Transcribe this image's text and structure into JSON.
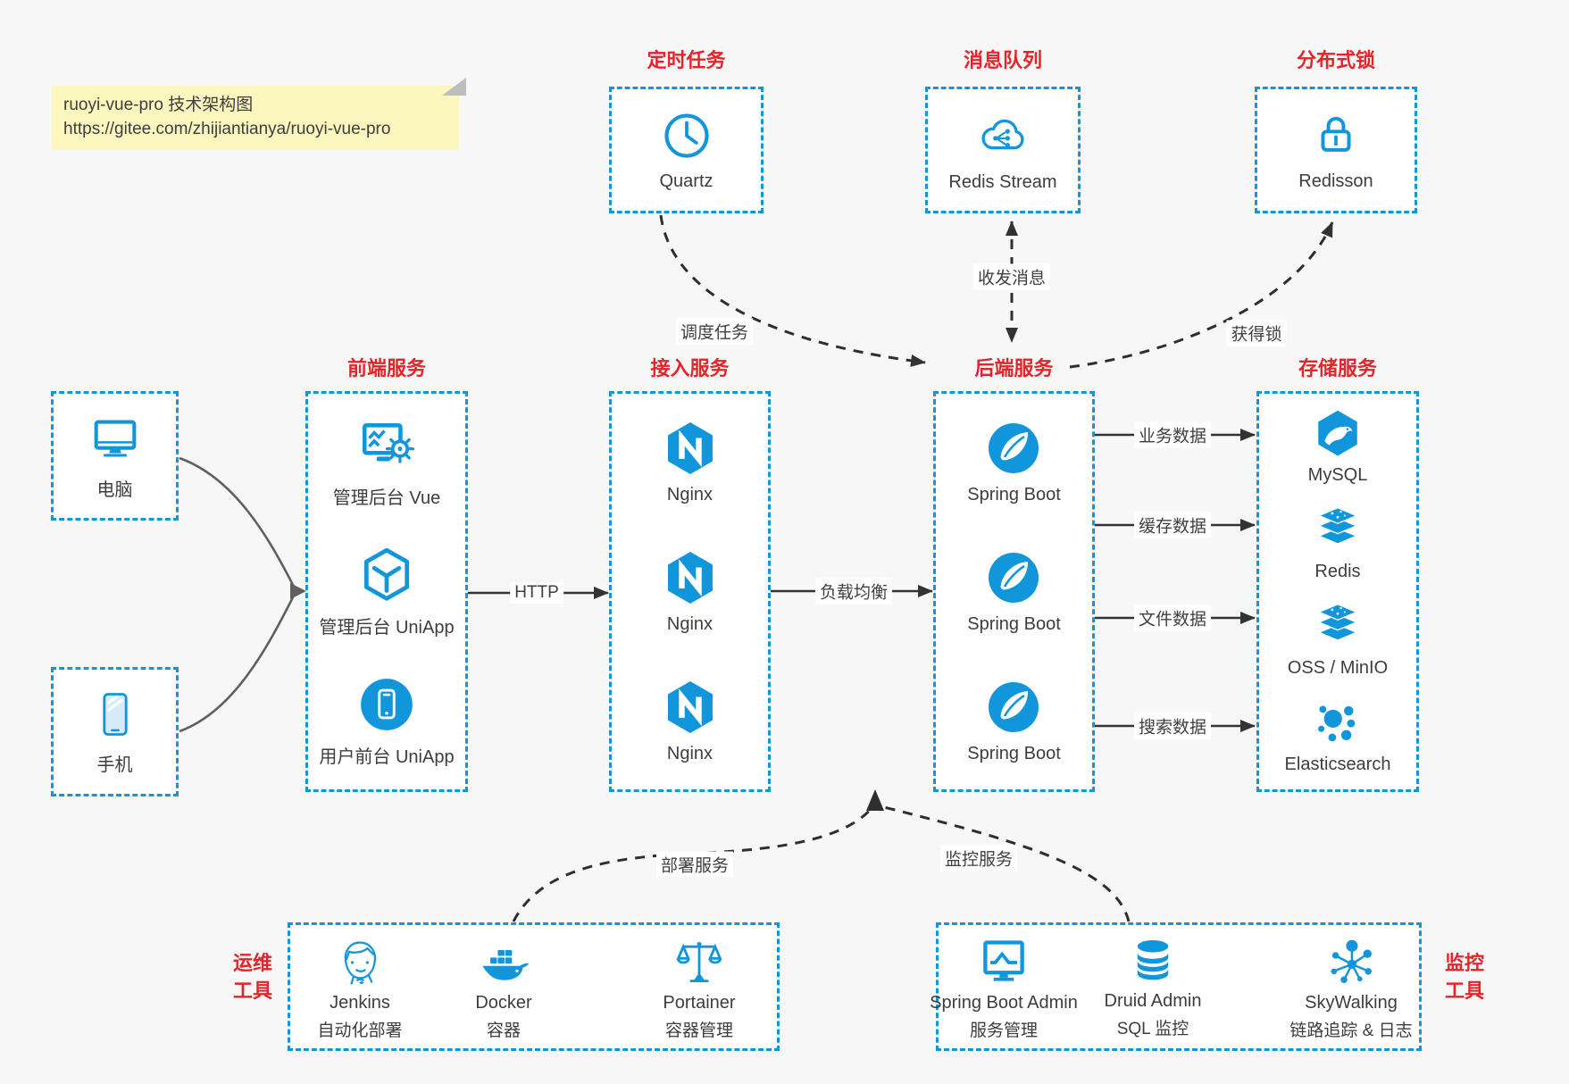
{
  "colors": {
    "accent": "#1296db",
    "red": "#e5242a",
    "note_bg": "#fbf6bd",
    "page_bg": "#f7f7f7",
    "arrow_dark": "#333333",
    "arrow_gray": "#5f5f5f"
  },
  "note": {
    "line1": "ruoyi-vue-pro 技术架构图",
    "line2": "https://gitee.com/zhijiantianya/ruoyi-vue-pro"
  },
  "top_groups": [
    {
      "title": "定时任务",
      "item": {
        "label": "Quartz",
        "icon": "clock-icon"
      }
    },
    {
      "title": "消息队列",
      "item": {
        "label": "Redis Stream",
        "icon": "cloud-stream-icon"
      }
    },
    {
      "title": "分布式锁",
      "item": {
        "label": "Redisson",
        "icon": "lock-icon"
      }
    }
  ],
  "clients": [
    {
      "label": "电脑",
      "icon": "desktop-icon"
    },
    {
      "label": "手机",
      "icon": "smartphone-icon"
    }
  ],
  "columns": [
    {
      "title": "前端服务",
      "items": [
        {
          "label": "管理后台 Vue",
          "icon": "admin-vue-icon"
        },
        {
          "label": "管理后台 UniApp",
          "icon": "uniapp-cube-icon"
        },
        {
          "label": "用户前台 UniApp",
          "icon": "mobile-app-icon"
        }
      ]
    },
    {
      "title": "接入服务",
      "items": [
        {
          "label": "Nginx",
          "icon": "nginx-icon"
        },
        {
          "label": "Nginx",
          "icon": "nginx-icon"
        },
        {
          "label": "Nginx",
          "icon": "nginx-icon"
        }
      ]
    },
    {
      "title": "后端服务",
      "items": [
        {
          "label": "Spring Boot",
          "icon": "spring-boot-icon"
        },
        {
          "label": "Spring Boot",
          "icon": "spring-boot-icon"
        },
        {
          "label": "Spring Boot",
          "icon": "spring-boot-icon"
        }
      ]
    },
    {
      "title": "存储服务",
      "items": [
        {
          "label": "MySQL",
          "icon": "mysql-icon"
        },
        {
          "label": "Redis",
          "icon": "layers-icon"
        },
        {
          "label": "OSS / MinIO",
          "icon": "layers-icon"
        },
        {
          "label": "Elasticsearch",
          "icon": "elasticsearch-icon"
        }
      ]
    }
  ],
  "bottom_groups": [
    {
      "side_label_line1": "运维",
      "side_label_line2": "工具",
      "items": [
        {
          "name": "Jenkins",
          "desc": "自动化部署",
          "icon": "jenkins-icon"
        },
        {
          "name": "Docker",
          "desc": "容器",
          "icon": "docker-icon"
        },
        {
          "name": "Portainer",
          "desc": "容器管理",
          "icon": "scales-icon"
        }
      ]
    },
    {
      "side_label_line1": "监控",
      "side_label_line2": "工具",
      "items": [
        {
          "name": "Spring Boot Admin",
          "desc": "服务管理",
          "icon": "monitor-chart-icon"
        },
        {
          "name": "Druid Admin",
          "desc": "SQL 监控",
          "icon": "database-icon"
        },
        {
          "name": "SkyWalking",
          "desc": "链路追踪 & 日志",
          "icon": "topology-icon"
        }
      ]
    }
  ],
  "edge_labels": {
    "http": "HTTP",
    "load_balance": "负载均衡",
    "schedule_task": "调度任务",
    "send_receive_message": "收发消息",
    "acquire_lock": "获得锁",
    "business_data": "业务数据",
    "cache_data": "缓存数据",
    "file_data": "文件数据",
    "search_data": "搜索数据",
    "deploy_service": "部署服务",
    "monitor_service": "监控服务"
  }
}
